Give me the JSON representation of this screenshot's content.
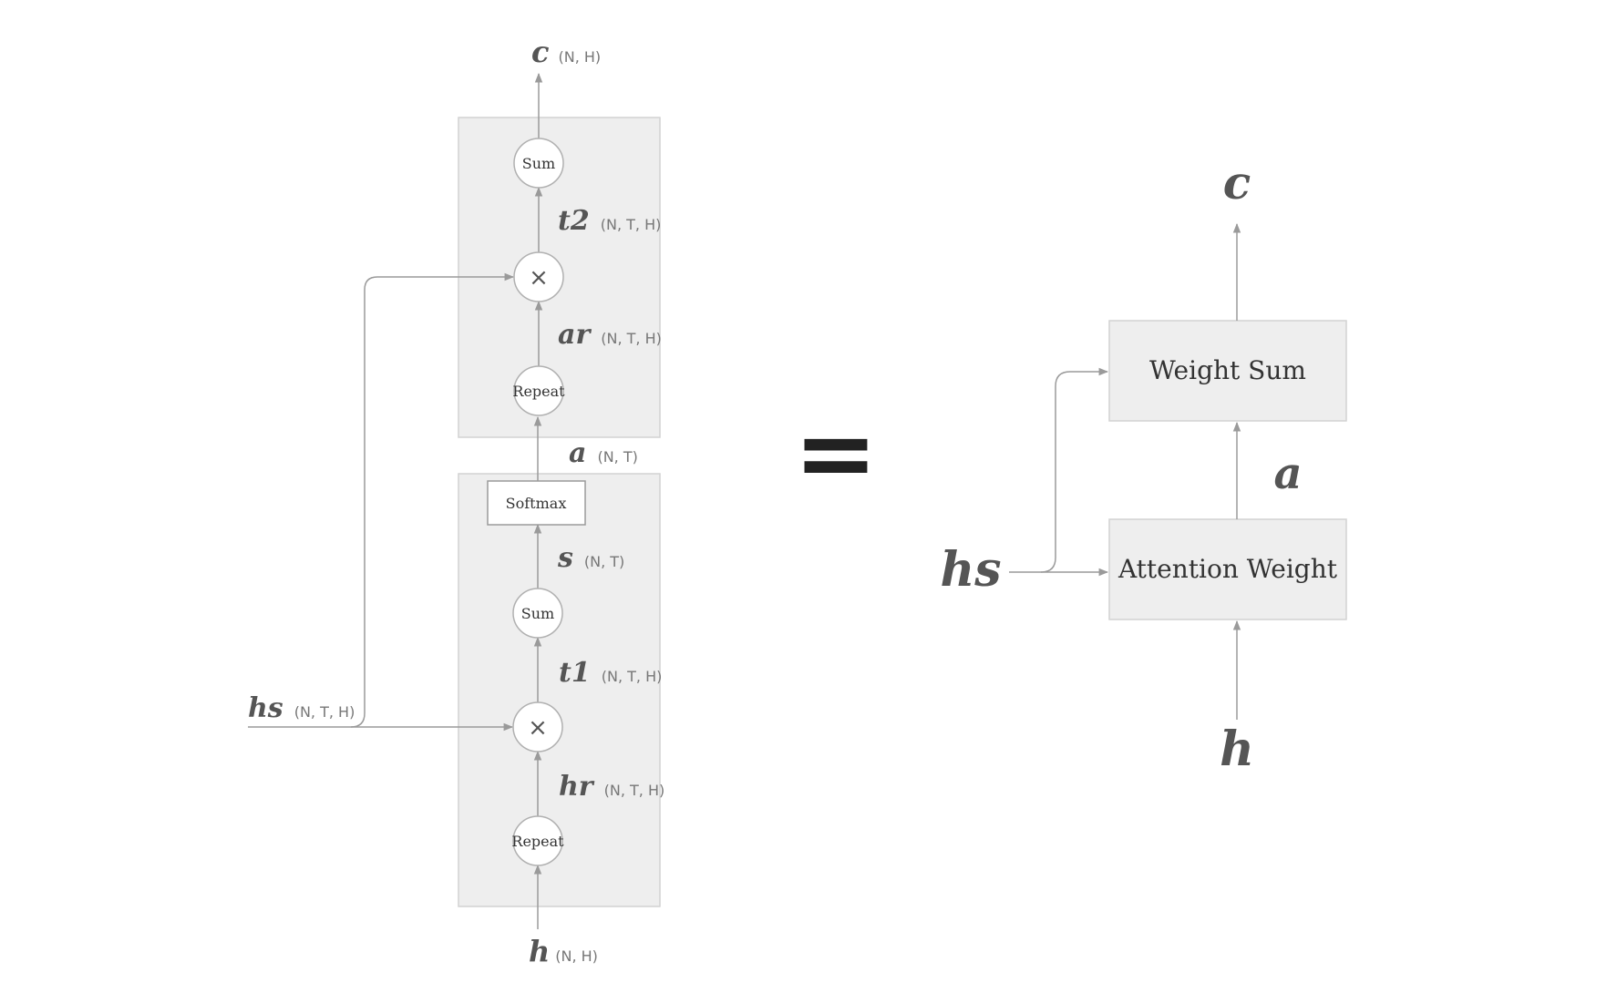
{
  "left": {
    "output": {
      "symbol": "c",
      "shape": "(N, H)"
    },
    "input": {
      "symbol": "h",
      "shape": "(N, H)"
    },
    "side_input": {
      "symbol": "hs",
      "shape": "(N, T, H)"
    },
    "weight_sum_block": {
      "sum_label": "Sum",
      "multiply_symbol": "×",
      "repeat_label": "Repeat",
      "t2": {
        "symbol": "t2",
        "shape": "(N, T, H)"
      },
      "ar": {
        "symbol": "ar",
        "shape": "(N, T, H)"
      }
    },
    "a": {
      "symbol": "a",
      "shape": "(N, T)"
    },
    "attention_weight_block": {
      "softmax_label": "Softmax",
      "sum_label": "Sum",
      "multiply_symbol": "×",
      "repeat_label": "Repeat",
      "s": {
        "symbol": "s",
        "shape": "(N, T)"
      },
      "t1": {
        "symbol": "t1",
        "shape": "(N, T, H)"
      },
      "hr": {
        "symbol": "hr",
        "shape": "(N, T, H)"
      }
    }
  },
  "equals": "=",
  "right": {
    "output": "c",
    "a_label": "a",
    "hs_label": "hs",
    "h_label": "h",
    "weight_sum_box": "Weight Sum",
    "attention_weight_box": "Attention Weight"
  },
  "colors": {
    "line": "#9a9a9a",
    "box_fill": "#eeeeee",
    "box_stroke": "#d2d2d2",
    "node_fill": "#ffffff",
    "node_stroke": "#b0b0b0",
    "text": "#555555"
  }
}
